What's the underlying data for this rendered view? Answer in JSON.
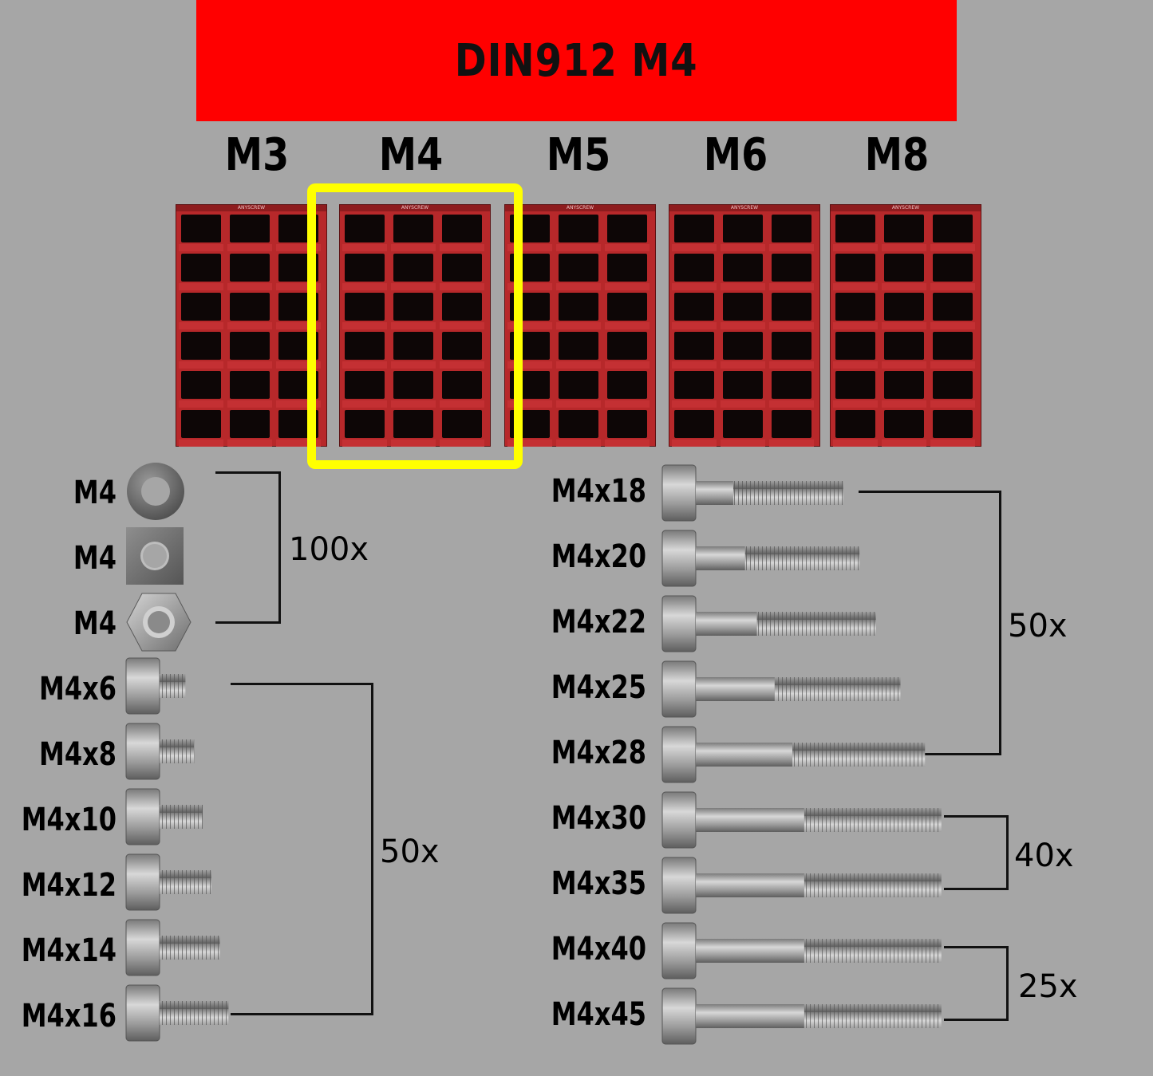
{
  "banner": {
    "title": "DIN912 M4",
    "color": "#ff0000"
  },
  "sizes": [
    "M3",
    "M4",
    "M5",
    "M6",
    "M8"
  ],
  "selected_size": "M4",
  "cabinet_brand": "ANYSCREW",
  "colors": {
    "cabinet": "#b7282a",
    "highlight": "#ffff00",
    "background": "#a6a6a6"
  },
  "hardware": [
    {
      "label": "M4",
      "icon": "washer-icon"
    },
    {
      "label": "M4",
      "icon": "square-nut-icon"
    },
    {
      "label": "M4",
      "icon": "hex-nut-icon"
    }
  ],
  "hardware_qty": "100x",
  "screws_left": [
    "M4x6",
    "M4x8",
    "M4x10",
    "M4x12",
    "M4x14",
    "M4x16"
  ],
  "screws_left_lengths": [
    6,
    8,
    10,
    12,
    14,
    16
  ],
  "screws_left_qty": "50x",
  "screws_right": [
    "M4x18",
    "M4x20",
    "M4x22",
    "M4x25",
    "M4x28",
    "M4x30",
    "M4x35",
    "M4x40",
    "M4x45"
  ],
  "screws_right_lengths": [
    18,
    20,
    22,
    25,
    28,
    30,
    35,
    40,
    45
  ],
  "groups_right": [
    {
      "qty": "50x"
    },
    {
      "qty": "40x"
    },
    {
      "qty": "25x"
    }
  ]
}
